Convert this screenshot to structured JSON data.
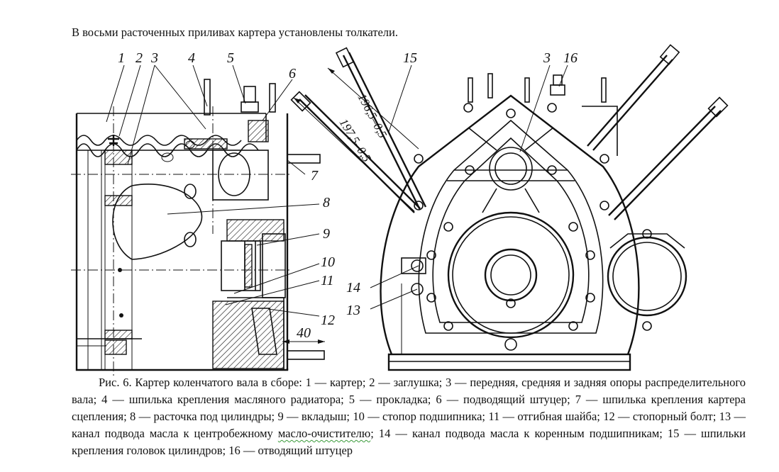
{
  "intro_text": "В восьми расточенных приливах картера установлены толкатели.",
  "figure": {
    "callouts": [
      "1",
      "2",
      "3",
      "4",
      "5",
      "6",
      "7",
      "8",
      "9",
      "10",
      "11",
      "12",
      "13",
      "14",
      "15",
      "16",
      "3",
      "40"
    ],
    "dimensions": [
      "196,5–0,5",
      "197,5–0,5",
      "40"
    ]
  },
  "caption": {
    "lead": "Рис. 6. Картер  коленчатого вала в сборе: 1 — картер; 2 — заглушка; 3 — передняя, средняя и задняя опоры распределительного вала;  4 — шпилька крепления масляного радиатора; 5 — прокладка; 6 — подводящий штуцер; 7 — шпилька крепления картера сцепления; 8 — расточка под цилиндры; 9 — вкладыш; 10 — стопор подшипника; 11 — отгибная шайба; 12 — стопорный болт; 13 — канал подвода масла к центробежному ",
    "mark": "масло-очистителю",
    "tail": "; 14 — канал подвода масла к коренным подшипникам; 15 — шпильки крепления головок цилиндров; 16 — отводящий штуцер"
  }
}
